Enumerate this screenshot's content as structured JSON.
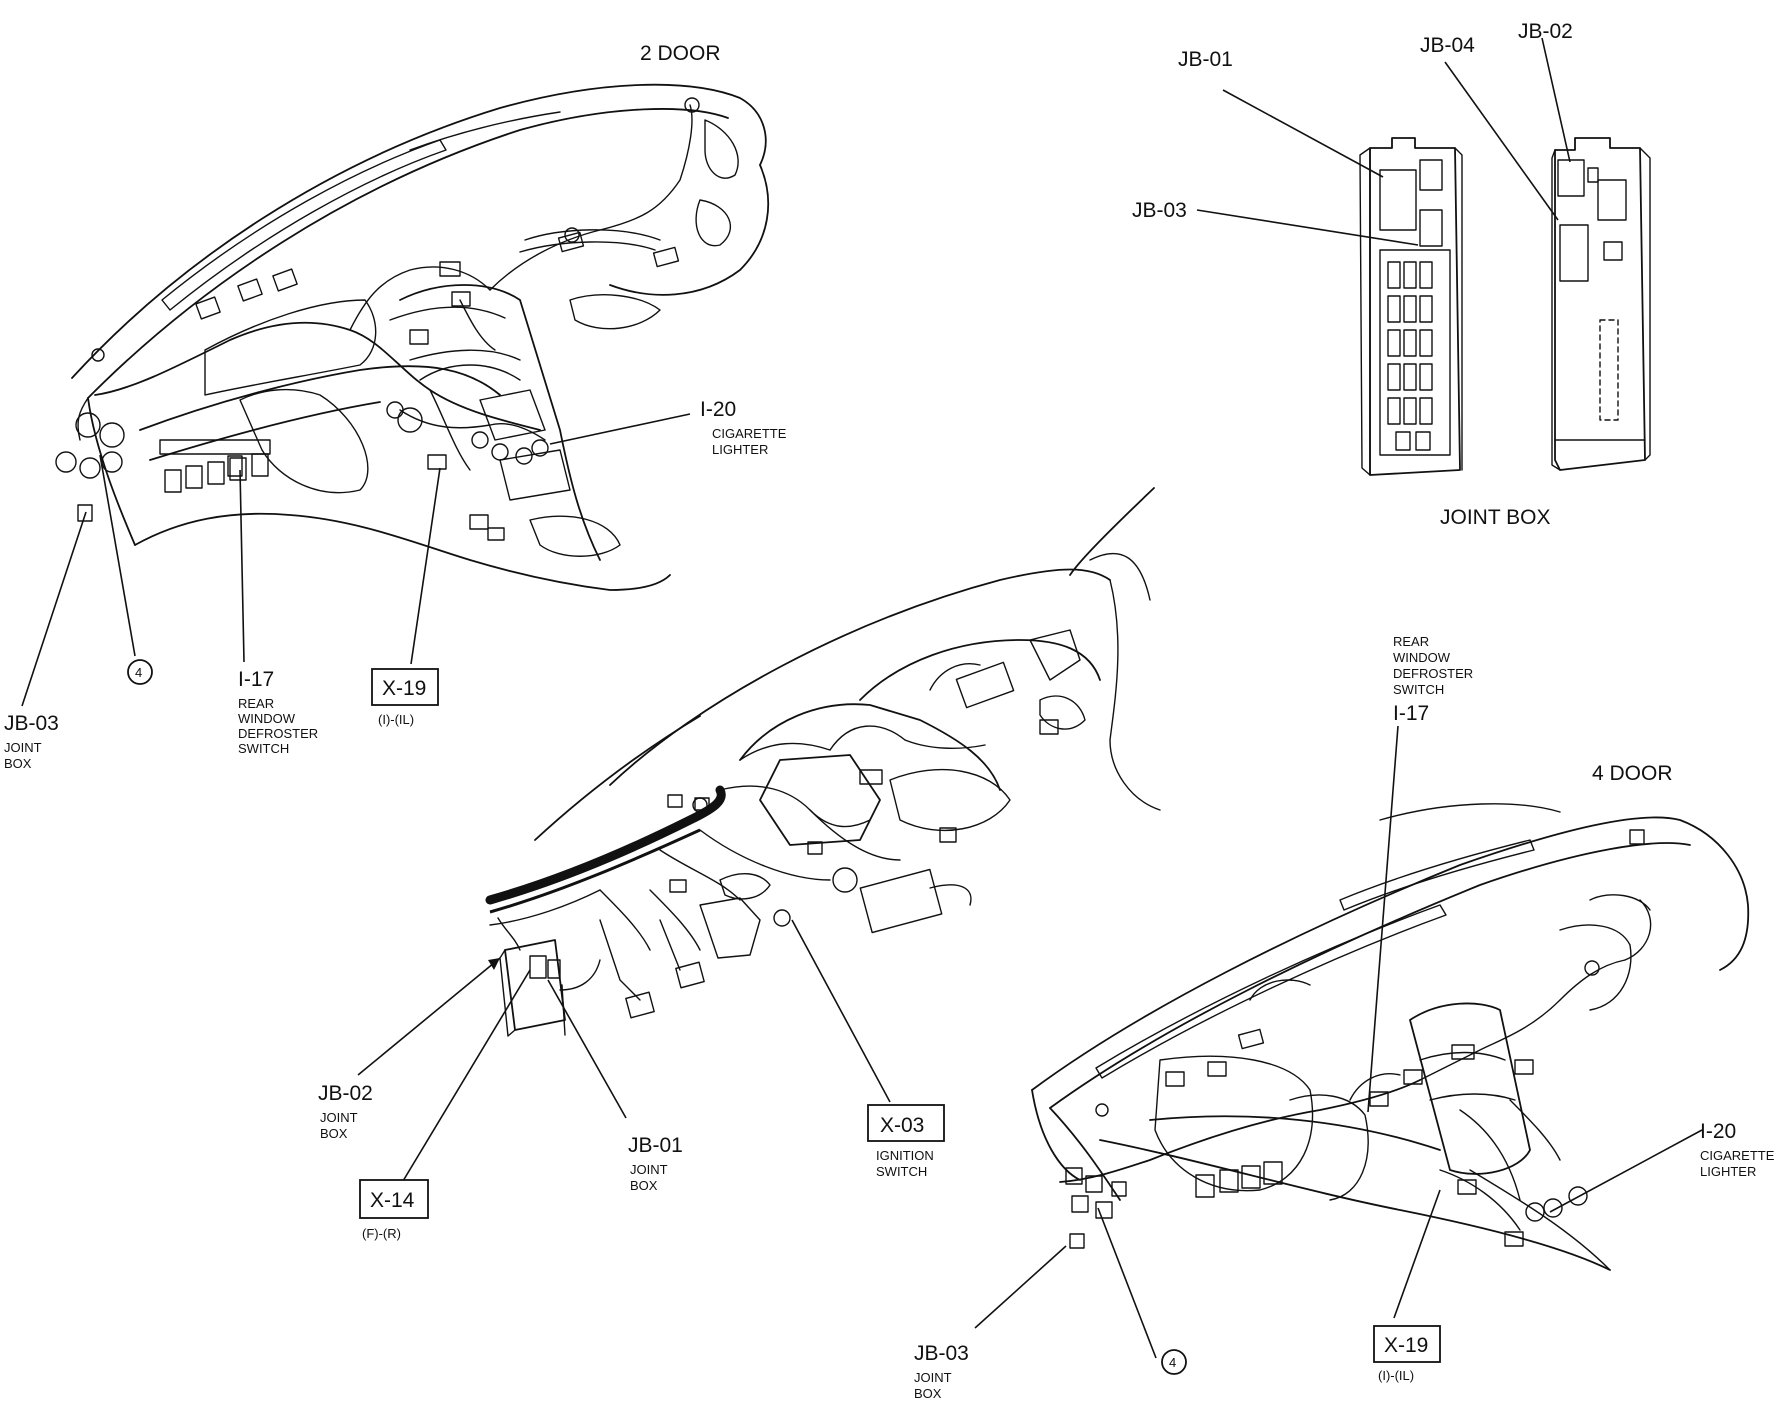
{
  "headers": {
    "two_door": "2 DOOR",
    "four_door": "4 DOOR",
    "joint_box": "JOINT BOX"
  },
  "joint_box_labels": {
    "jb01": "JB-01",
    "jb02": "JB-02",
    "jb03": "JB-03",
    "jb04": "JB-04"
  },
  "two_door": {
    "i20_code": "I-20",
    "i20_line1": "CIGARETTE",
    "i20_line2": "LIGHTER",
    "jb03_code": "JB-03",
    "jb03_line1": "JOINT",
    "jb03_line2": "BOX",
    "circle_num": "4",
    "i17_code": "I-17",
    "i17_line1": "REAR",
    "i17_line2": "WINDOW",
    "i17_line3": "DEFROSTER",
    "i17_line4": "SWITCH",
    "x19_code": "X-19",
    "x19_sub": "(I)-(IL)"
  },
  "center": {
    "jb02_code": "JB-02",
    "jb02_line1": "JOINT",
    "jb02_line2": "BOX",
    "jb01_code": "JB-01",
    "jb01_line1": "JOINT",
    "jb01_line2": "BOX",
    "x14_code": "X-14",
    "x14_sub": "(F)-(R)",
    "x03_code": "X-03",
    "x03_line1": "IGNITION",
    "x03_line2": "SWITCH"
  },
  "four_door": {
    "i17_line1": "REAR",
    "i17_line2": "WINDOW",
    "i17_line3": "DEFROSTER",
    "i17_line4": "SWITCH",
    "i17_code": "I-17",
    "i20_code": "I-20",
    "i20_line1": "CIGARETTE",
    "i20_line2": "LIGHTER",
    "jb03_code": "JB-03",
    "jb03_line1": "JOINT",
    "jb03_line2": "BOX",
    "circle_num": "4",
    "x19_code": "X-19",
    "x19_sub": "(I)-(IL)"
  }
}
